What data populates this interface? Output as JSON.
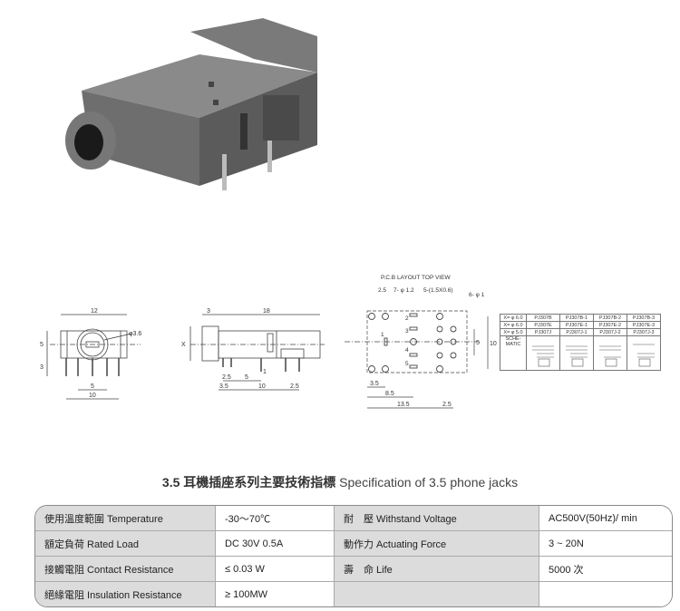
{
  "title": {
    "cn": "3.5 耳機插座系列主要技術指標",
    "en": "Specification of 3.5 phone jacks"
  },
  "front_view": {
    "width": "12",
    "hole": "φ3.6",
    "height": "5",
    "pin_len": "3",
    "pin_span_inner": "5",
    "pin_span_outer": "10"
  },
  "side_view": {
    "head": "3",
    "body": "18",
    "x_label": "X",
    "d1": "2.5",
    "d2": "5",
    "d3": "1",
    "d4": "3.5",
    "d5": "10",
    "d6": "2.5"
  },
  "pcb_layout": {
    "title": "P.C.B LAYOUT    TOP VIEW",
    "callouts": [
      "2.5",
      "7- φ 1.2",
      "5-(1.5X0.6)",
      "6- φ 1"
    ],
    "pin_numbers": [
      "1",
      "2",
      "3",
      "4",
      "5"
    ],
    "dims": [
      "5",
      "10",
      "3.5",
      "8.5",
      "13.5",
      "2.5"
    ]
  },
  "schematic_table": {
    "rows": [
      [
        "X= φ 6.0",
        "PJ307B",
        "PJ307B-1",
        "PJ307B-2",
        "PJ307B-3"
      ],
      [
        "X= φ 6.0",
        "PJ307E",
        "PJ307E-1",
        "PJ307E-2",
        "PJ307E-3"
      ],
      [
        "X= φ 5.0",
        "PJ307J",
        "PJ307J-1",
        "PJ307J-2",
        "PJ307J-3"
      ]
    ],
    "schematic_label": "SCHE-MATIC"
  },
  "spec_table": [
    [
      "使用溫度範圍 Temperature",
      "-30～70℃",
      "耐　壓 Withstand Voltage",
      "AC500V(50Hz)/ min"
    ],
    [
      "額定負荷  Rated Load",
      "DC  30V  0.5A",
      "動作力 Actuating Force",
      "3 ~ 20N"
    ],
    [
      "接觸電阻  Contact Resistance",
      "≤ 0.03 W",
      "壽　命 Life",
      "5000 次"
    ],
    [
      "絕緣電阻  Insulation Resistance",
      "≥ 100MW",
      "",
      ""
    ]
  ]
}
